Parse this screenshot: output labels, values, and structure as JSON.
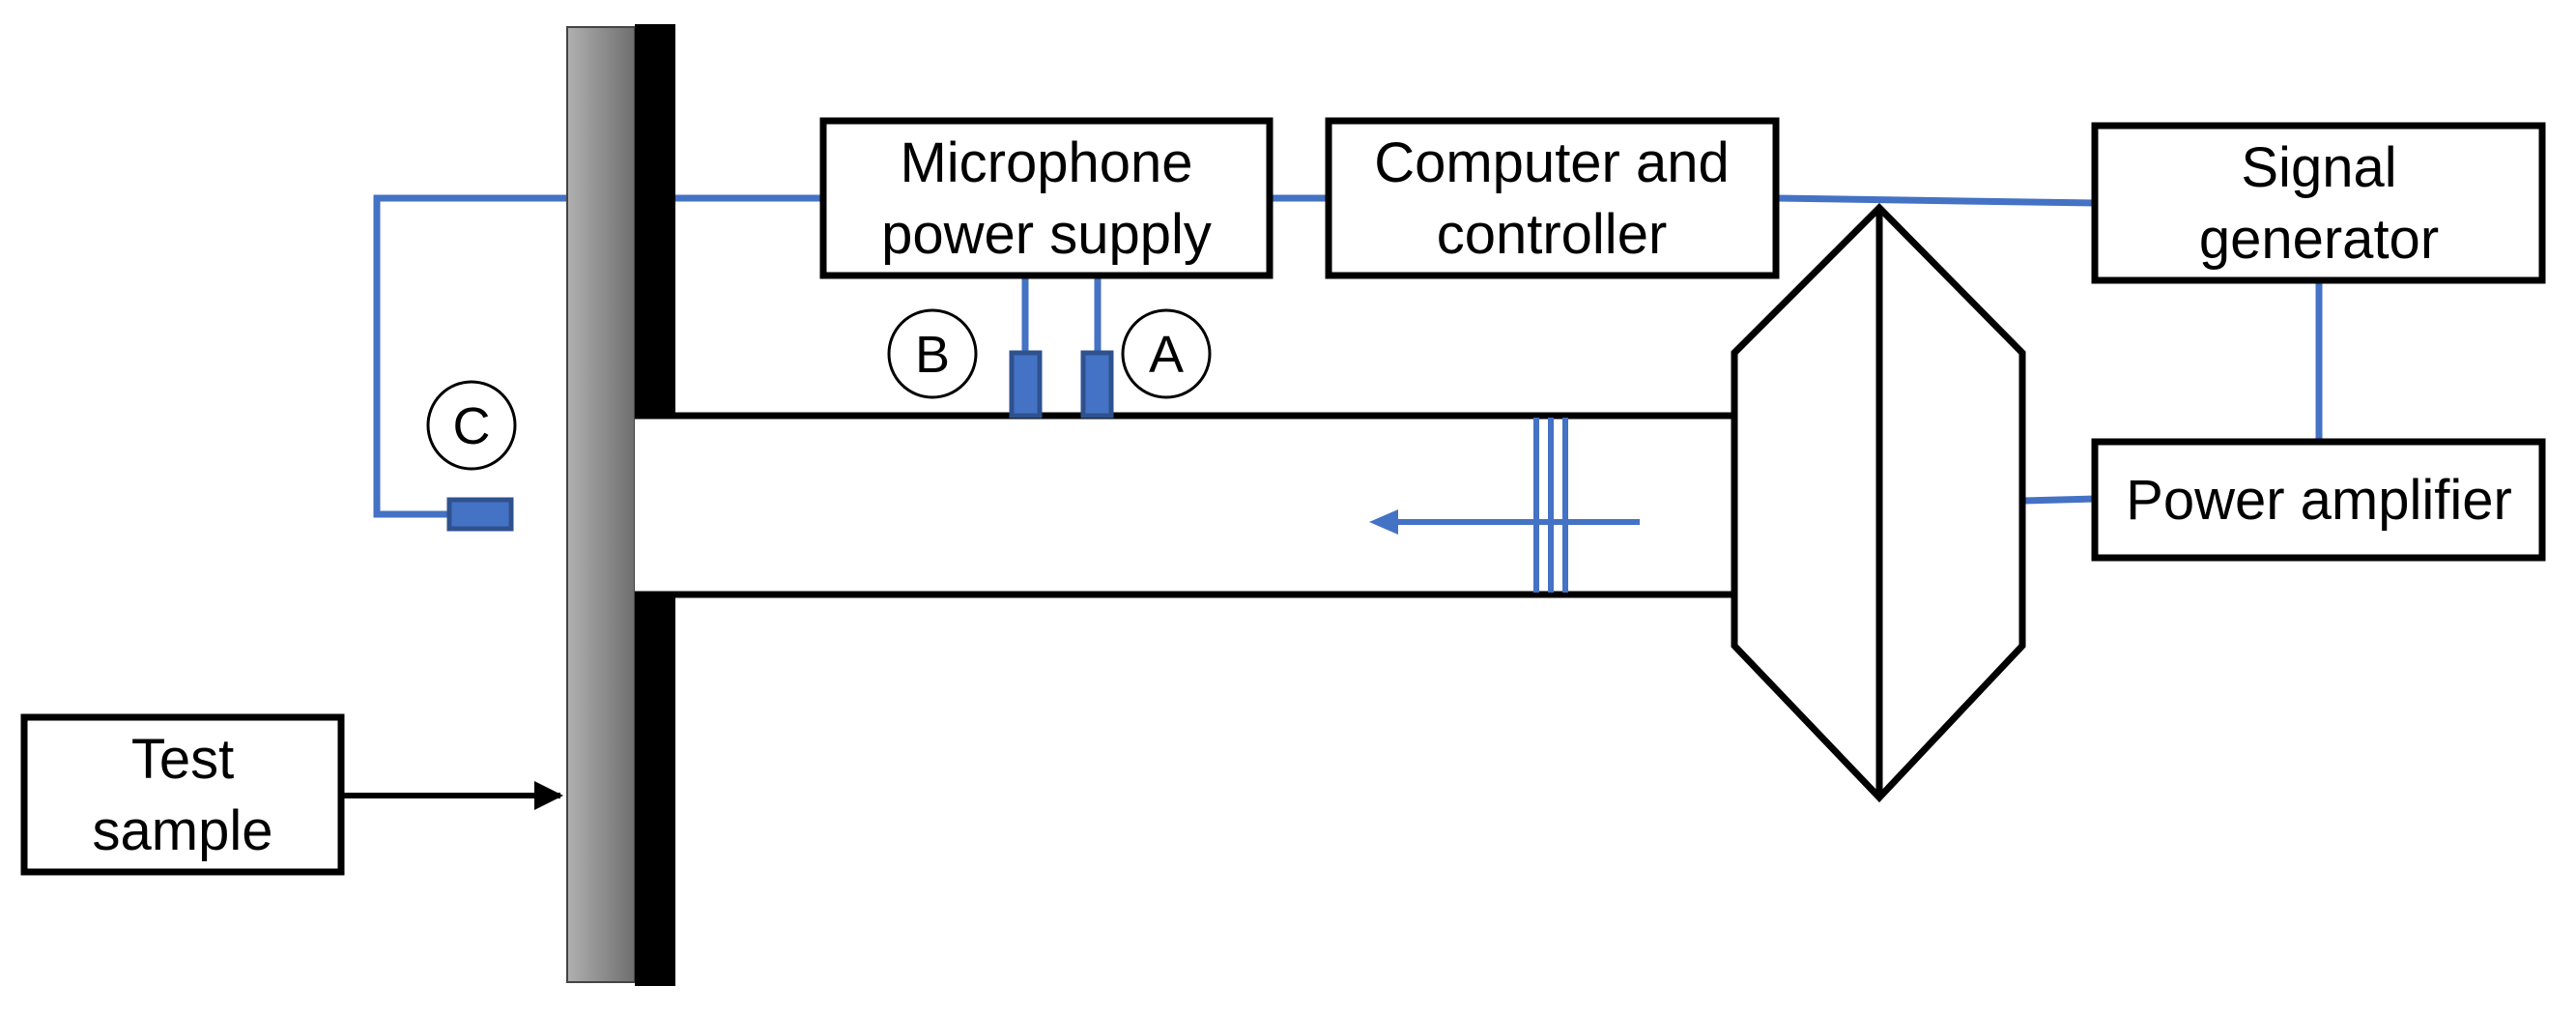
{
  "diagram": {
    "boxes": {
      "mic_power_supply": [
        "Microphone",
        "power supply"
      ],
      "computer_controller": [
        "Computer and",
        "controller"
      ],
      "signal_generator": [
        "Signal",
        "generator"
      ],
      "power_amplifier": [
        "Power amplifier"
      ],
      "test_sample": [
        "Test",
        "sample"
      ]
    },
    "microphones": {
      "a": "A",
      "b": "B",
      "c": "C"
    }
  },
  "colors": {
    "wire": "#4472c4",
    "mic_fill": "#4472c4",
    "mic_stroke": "#2f528f",
    "outline": "#000000",
    "sample_light": "#b0b0b0",
    "sample_dark": "#6e6e6e"
  }
}
